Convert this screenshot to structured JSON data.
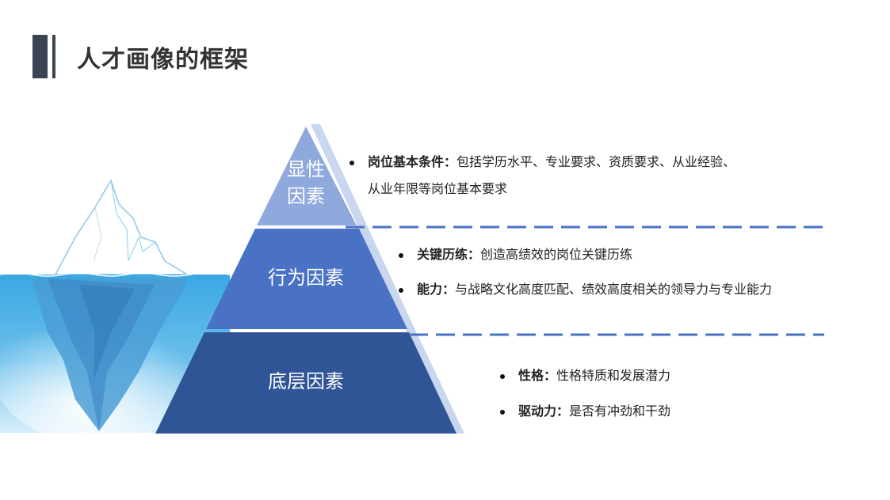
{
  "title": "人才画像的框架",
  "colors": {
    "accent_dark": "#3a4452",
    "tier_top": "#8fa9dc",
    "tier_mid": "#4a72c4",
    "tier_bottom": "#2f5597",
    "dash_line": "#4a72c4",
    "water": "#3fa6e0",
    "ice": "#e8f4fb"
  },
  "tiers": [
    {
      "label_line1": "显性",
      "label_line2": "因素",
      "bullets": [
        {
          "term": "岗位基本条件：",
          "desc_line1": "包括学历水平、专业要求、资质要求、从业经验、",
          "desc_line2": "从业年限等岗位基本要求"
        }
      ]
    },
    {
      "label": "行为因素",
      "bullets": [
        {
          "term": "关键历练：",
          "desc": "创造高绩效的岗位关键历练"
        },
        {
          "term": "能力：",
          "desc": "与战略文化高度匹配、绩效高度相关的领导力与专业能力"
        }
      ]
    },
    {
      "label": "底层因素",
      "bullets": [
        {
          "term": "性格：",
          "desc": "性格特质和发展潜力"
        },
        {
          "term": "驱动力：",
          "desc": "是否有冲劲和干劲"
        }
      ]
    }
  ]
}
